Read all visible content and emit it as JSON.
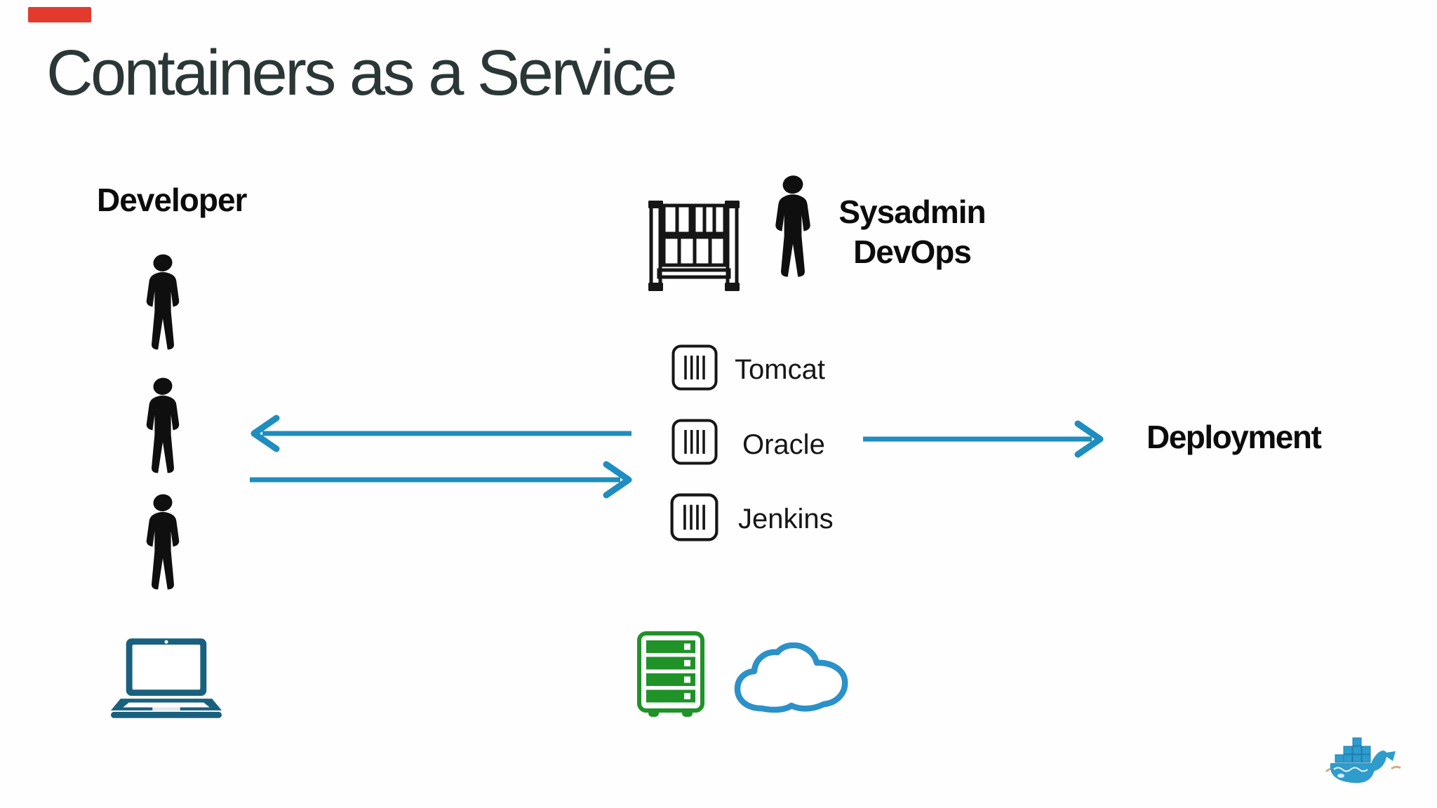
{
  "slide": {
    "title": "Containers as a Service",
    "title_color": "#2b3736",
    "accent_bar_color": "#e23b2e",
    "background_color": "#fefefe"
  },
  "developer_group": {
    "label": "Developer",
    "person_count": 3,
    "device_icon": "laptop-icon",
    "laptop_color": "#19607e"
  },
  "admin_group": {
    "label_line1": "Sysadmin",
    "label_line2": "DevOps",
    "icons": [
      "rack-shelf-icon",
      "person-icon"
    ]
  },
  "containers": [
    {
      "label": "Tomcat",
      "icon": "container-icon"
    },
    {
      "label": "Oracle",
      "icon": "container-icon"
    },
    {
      "label": "Jenkins",
      "icon": "container-icon"
    }
  ],
  "deployment": {
    "label": "Deployment"
  },
  "arrows": {
    "color": "#1e8dc0",
    "items": [
      {
        "name": "containers-to-developer",
        "direction": "left"
      },
      {
        "name": "developer-to-containers",
        "direction": "right"
      },
      {
        "name": "containers-to-deployment",
        "direction": "right"
      }
    ]
  },
  "infrastructure": {
    "server_icon_color": "#1f9228",
    "cloud_icon_color": "#2b91c8"
  },
  "footer": {
    "logo": "docker-whale-icon",
    "logo_color": "#2e9ccc"
  }
}
